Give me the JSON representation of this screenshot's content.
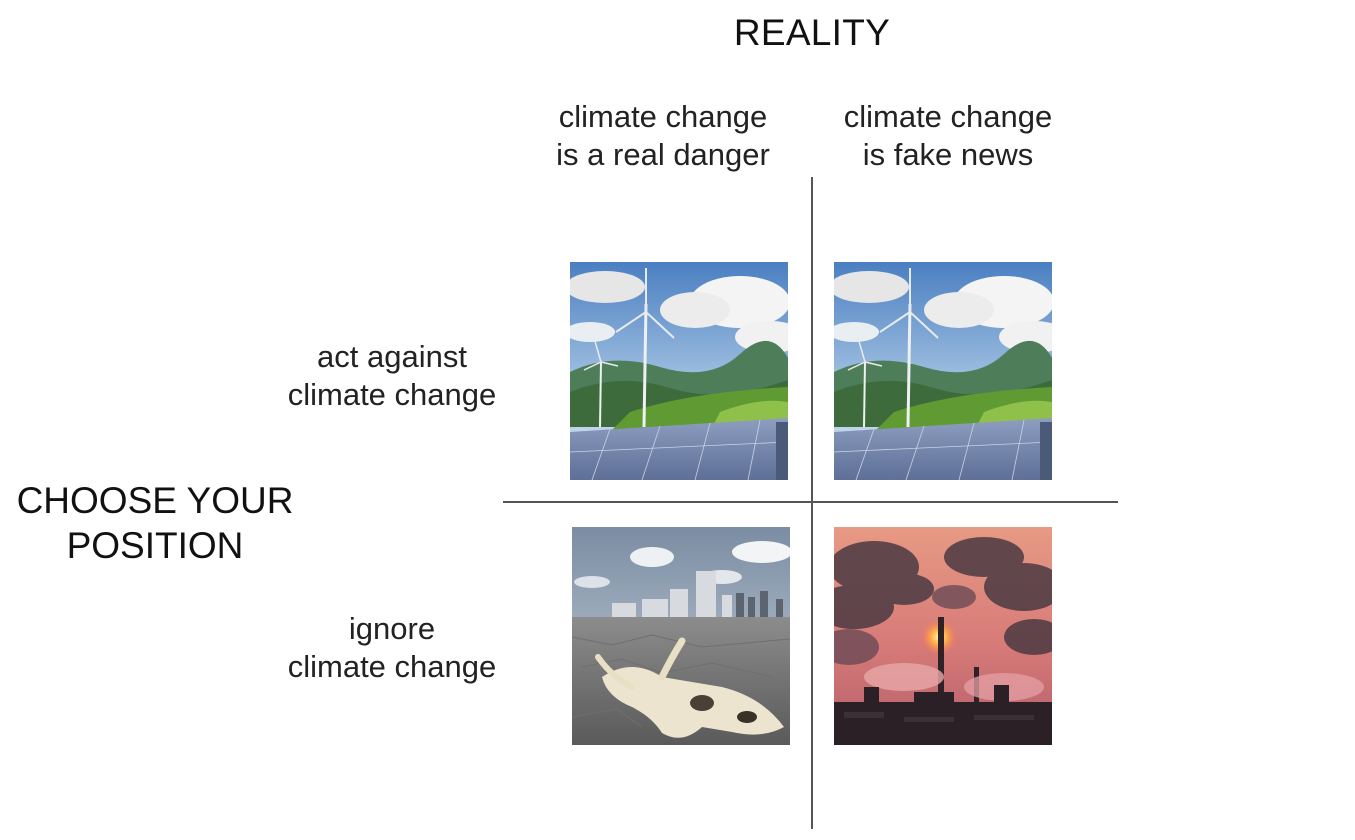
{
  "title_top": "REALITY",
  "title_left": [
    "CHOOSE YOUR",
    "POSITION"
  ],
  "columns": [
    [
      "climate change",
      "is a real danger"
    ],
    [
      "climate change",
      "is fake news"
    ]
  ],
  "rows": [
    [
      "act against",
      "climate change"
    ],
    [
      "ignore",
      "climate change"
    ]
  ],
  "images": {
    "top_left": "wind-turbines-solar-panels",
    "top_right": "wind-turbines-solar-panels",
    "bottom_left": "drought-skull-city",
    "bottom_right": "industrial-smoke-pollution"
  }
}
